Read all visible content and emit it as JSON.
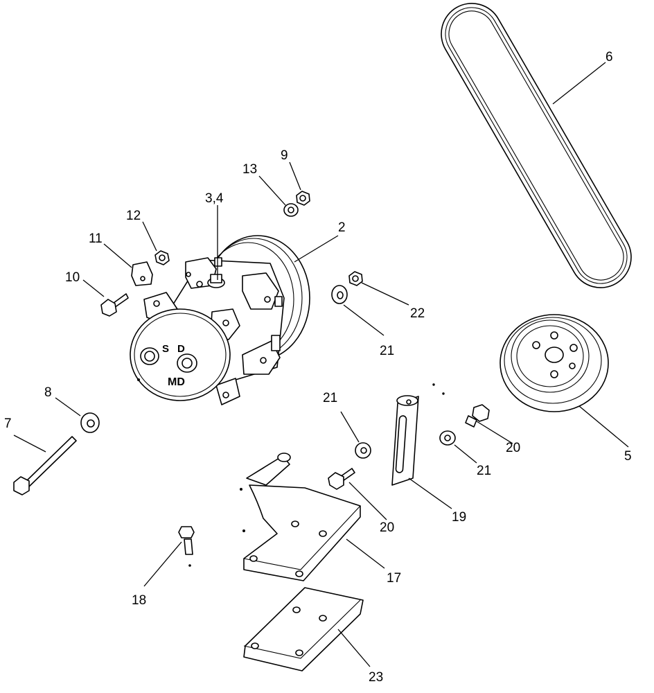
{
  "diagram": {
    "callouts": {
      "c2": "2",
      "c34": "3,4",
      "c5": "5",
      "c6": "6",
      "c7": "7",
      "c8": "8",
      "c9": "9",
      "c10": "10",
      "c11": "11",
      "c12": "12",
      "c13": "13",
      "c17": "17",
      "c18": "18",
      "c19": "19",
      "c20a": "20",
      "c20b": "20",
      "c21a": "21",
      "c21b": "21",
      "c21c": "21",
      "c22": "22",
      "c23": "23"
    },
    "compressor_marks": {
      "suction": "S",
      "discharge": "D",
      "brand": "MD"
    }
  }
}
